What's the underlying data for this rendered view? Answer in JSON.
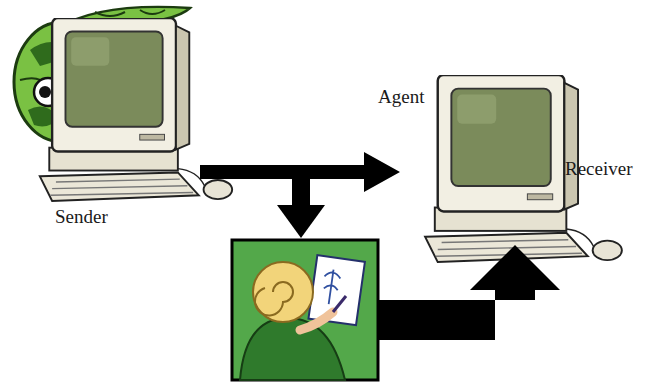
{
  "diagram": {
    "nodes": [
      {
        "text": [
          "Sender"
        ]
      },
      {
        "text": [
          "Agent",
          "Receiver"
        ]
      }
    ],
    "edges": [
      {
        "from": 0,
        "to": 1,
        "arrow": "to"
      }
    ]
  }
}
